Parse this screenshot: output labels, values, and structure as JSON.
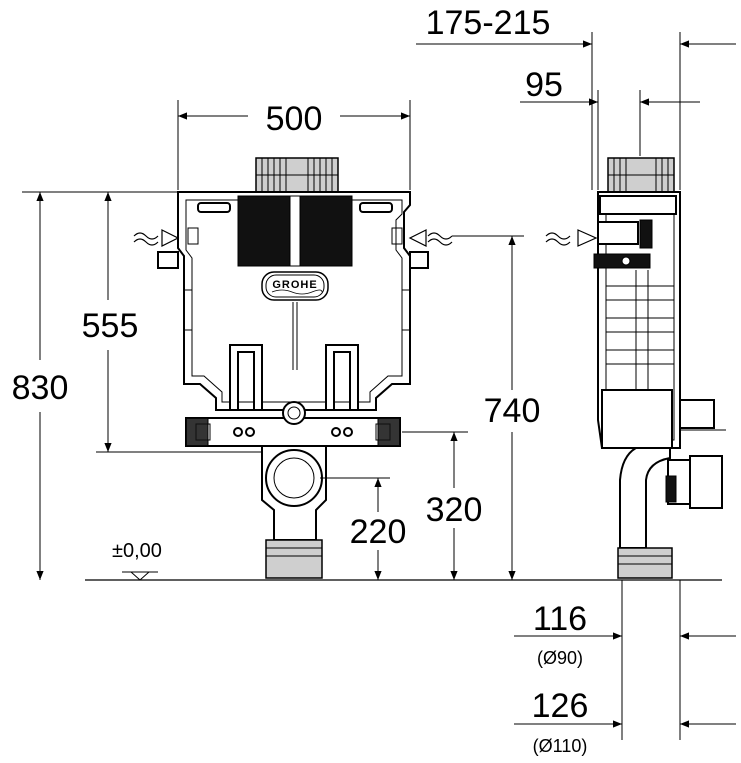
{
  "brand": {
    "logo_text": "GROHE"
  },
  "dimensions": {
    "depth_range": "175-215",
    "depth_front": "95",
    "width": "500",
    "height_overall": "830",
    "height_bracket": "555",
    "height_flush": "740",
    "height_drain_center": "320",
    "height_outlet": "220",
    "floor_level": "±0,00",
    "pipe_offset_small": "116",
    "pipe_diameter_small": "(Ø90)",
    "pipe_offset_large": "126",
    "pipe_diameter_large": "(Ø110)"
  },
  "colors": {
    "line": "#000000",
    "fill_dark": "#111111",
    "fill_grey": "#cfcfcf",
    "background": "#ffffff"
  }
}
